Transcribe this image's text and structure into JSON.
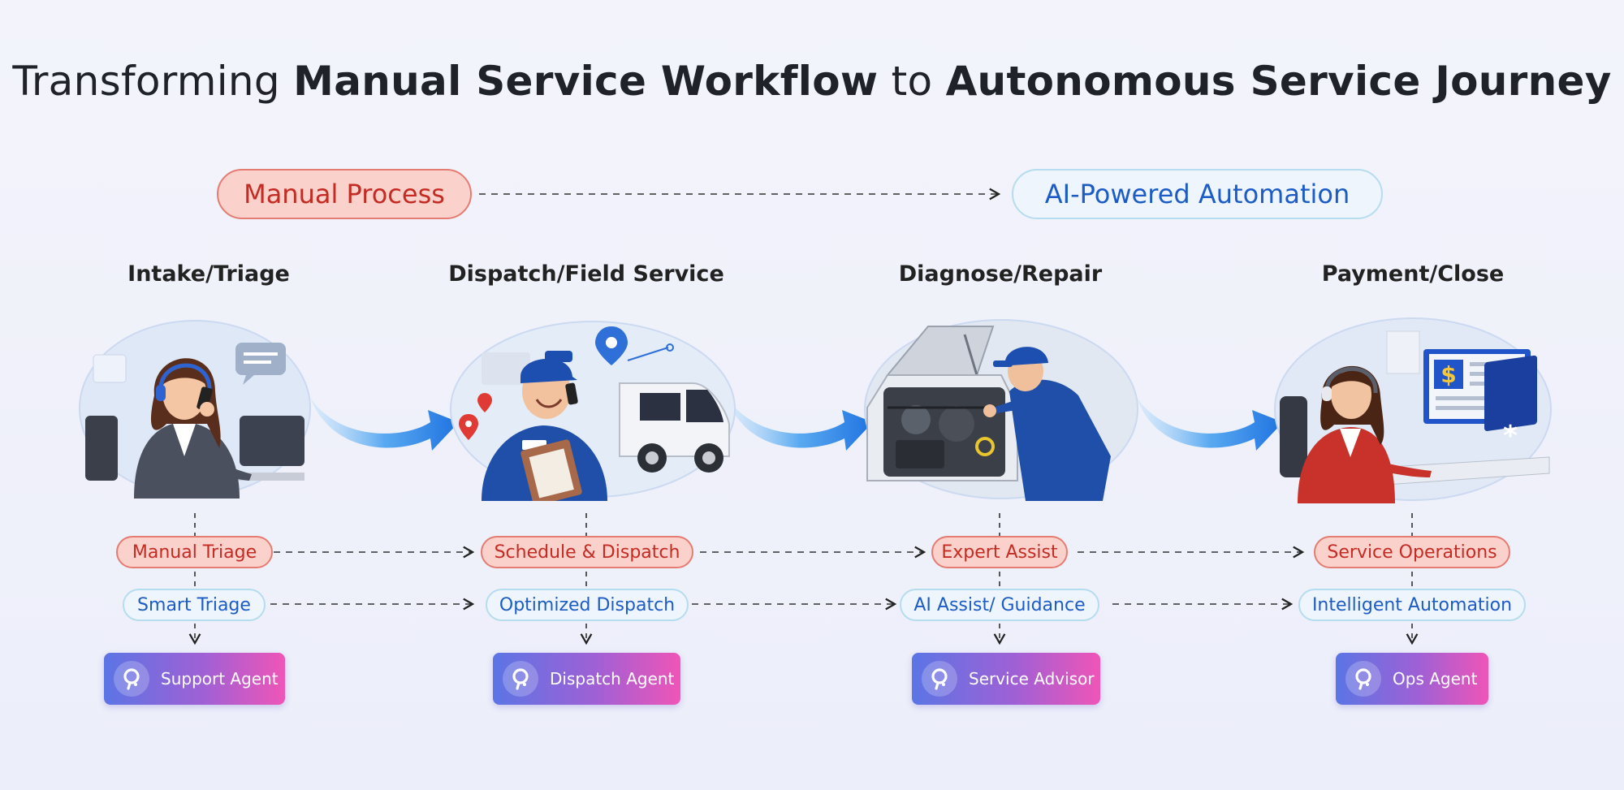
{
  "title": {
    "part1": "Transforming ",
    "part2": "Manual Service Workflow",
    "part3": " to ",
    "part4": "Autonomous Service Journey"
  },
  "legend": {
    "manual": "Manual Process",
    "ai": "AI-Powered Automation"
  },
  "stages": [
    {
      "title": "Intake/Triage",
      "manual": "Manual Triage",
      "ai": "Smart Triage",
      "agent": "Support Agent",
      "illustration": "call-center-agent"
    },
    {
      "title": "Dispatch/Field Service",
      "manual": "Schedule & Dispatch",
      "ai": "Optimized Dispatch",
      "agent": "Dispatch Agent",
      "illustration": "field-technician-van"
    },
    {
      "title": "Diagnose/Repair",
      "manual": "Expert Assist",
      "ai": "AI Assist/ Guidance",
      "agent": "Service Advisor",
      "illustration": "mechanic-engine"
    },
    {
      "title": "Payment/Close",
      "manual": "Service Operations",
      "ai": "Intelligent Automation",
      "agent": "Ops Agent",
      "illustration": "billing-desk"
    }
  ],
  "colors": {
    "manual_fill": "#fbd1cc",
    "manual_text": "#c42b22",
    "ai_fill": "#eef5fc",
    "ai_text": "#1c5cc6",
    "agent_gradient": [
      "#5b75e5",
      "#a060d5",
      "#ef55b7"
    ],
    "flow_arrow": "#2f86e8"
  }
}
